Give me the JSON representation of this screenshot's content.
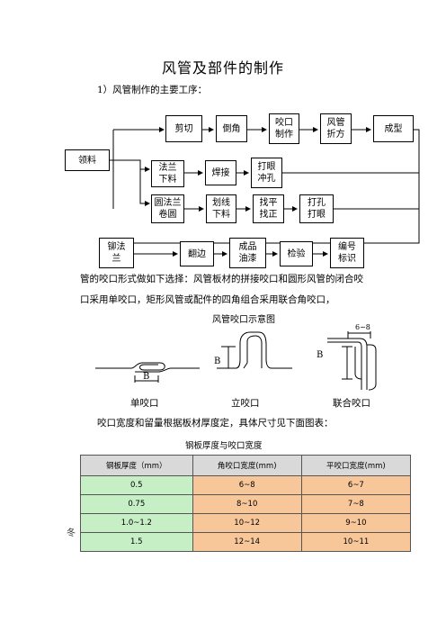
{
  "title": "风管及部件的制作",
  "section1": "1）风管制作的主要工序：",
  "flow": {
    "start": "领料",
    "row1": [
      "剪切",
      "倒角",
      "咬口\n制作",
      "风管\n折方",
      "成型"
    ],
    "row2": [
      "法兰\n下料",
      "焊接",
      "打眼\n冲孔"
    ],
    "row3": [
      "圆法兰\n卷圆",
      "划线\n下料",
      "找平\n找正",
      "打孔\n打眼"
    ],
    "row4": [
      "铆法\n兰",
      "翻边",
      "成品\n油漆",
      "检验",
      "编号\n标识"
    ]
  },
  "para1": "管的咬口形式做如下选择：风管板材的拼接咬口和圆形风管的闭合咬",
  "para2": "口采用单咬口，矩形风管或配件的四角组合采用联合角咬口，",
  "seam": {
    "title": "风管咬口示意图",
    "labels": {
      "b1": "B",
      "b2": "B",
      "b3": "B",
      "b4": "6~8"
    },
    "captions": [
      "单咬口",
      "立咬口",
      "联合咬口"
    ]
  },
  "para3": "咬口宽度和留量根据板材厚度定，具体尺寸见下面图表：",
  "table": {
    "title": "钢板厚度与咬口宽度",
    "headers": [
      "钢板厚度（mm）",
      "角咬口宽度(mm)",
      "平咬口宽度(mm)"
    ],
    "rows": [
      [
        "0.5",
        "6~8",
        "6~7"
      ],
      [
        "0.75",
        "8~10",
        "7~8"
      ],
      [
        "1.0~1.2",
        "10~12",
        "9~10"
      ],
      [
        "1.5",
        "12~14",
        "10~11"
      ]
    ]
  },
  "margin_char": "冬"
}
